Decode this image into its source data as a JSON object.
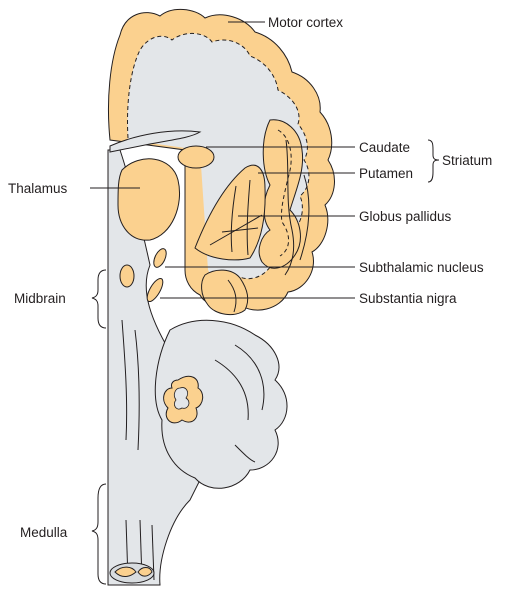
{
  "labels": {
    "motor_cortex": "Motor cortex",
    "caudate": "Caudate",
    "putamen": "Putamen",
    "striatum": "Striatum",
    "thalamus": "Thalamus",
    "globus_pallidus": "Globus pallidus",
    "midbrain": "Midbrain",
    "subthalamic_nucleus": "Subthalamic nucleus",
    "substantia_nigra": "Substantia nigra",
    "medulla": "Medulla"
  },
  "colors": {
    "grey_matter": "#fbd18f",
    "white_matter": "#e3e6e9",
    "outline": "#231f20",
    "background": "#ffffff"
  }
}
